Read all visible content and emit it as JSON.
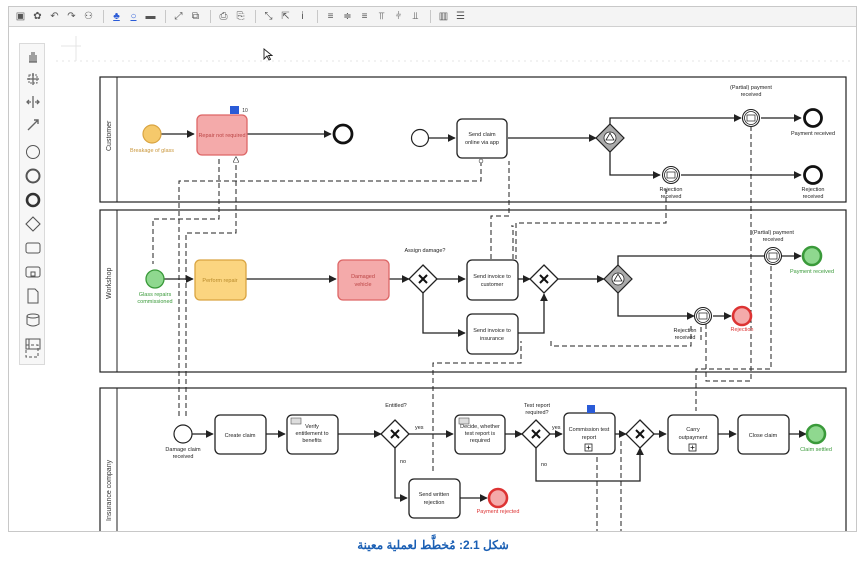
{
  "toolbar": {
    "icons": [
      "save-icon",
      "settings-icon",
      "undo-icon",
      "redo-icon",
      "share-icon",
      "distribute-icon",
      "lasso-icon",
      "comment-icon",
      "fullscreen-icon",
      "resize-icon",
      "print-icon",
      "print-icon",
      "wrench-icon",
      "popout-icon",
      "pin-icon",
      "align-left-icon",
      "align-center-icon",
      "align-right-icon",
      "align-top-icon",
      "align-middle-icon",
      "align-bottom-icon",
      "grid-icon",
      "rows-icon"
    ]
  },
  "palette": {
    "tools": [
      "hand-tool",
      "lasso-tool",
      "space-tool",
      "connect-tool",
      "start-event",
      "intermediate-event",
      "end-event",
      "gateway",
      "task",
      "subprocess",
      "data-object",
      "data-store",
      "pool",
      "group"
    ]
  },
  "pools": {
    "customer": "Customer",
    "workshop": "Workshop",
    "insurance": "Insurance company"
  },
  "customer": {
    "start_label": "Breakage of glass",
    "task1": "Repair not required",
    "task1_badge": "10",
    "task2_line1": "Send claim",
    "task2_line2": "online via app",
    "partial_payment_line1": "(Partial) payment",
    "partial_payment_line2": "received",
    "payment_received": "Payment received",
    "rejection_line1": "Rejection",
    "rejection_line2": "received",
    "rejection_end_line1": "Rejection",
    "rejection_end_line2": "received"
  },
  "workshop": {
    "start_line1": "Glass repairs",
    "start_line2": "commissioned",
    "task_repair": "Perform repair",
    "task_damage_line1": "Damaged",
    "task_damage_line2": "vehicle",
    "gateway_label": "Assign damage?",
    "invoice_customer_line1": "Send invoice to",
    "invoice_customer_line2": "customer",
    "invoice_insurance_line1": "Send invoice to",
    "invoice_insurance_line2": "insurance",
    "partial_payment_line1": "(Partial) payment",
    "partial_payment_line2": "received",
    "payment_received": "Payment received",
    "rejection_line1": "Rejection",
    "rejection_line2": "received",
    "rejection_end": "Rejection"
  },
  "insurance": {
    "start_line1": "Damage claim",
    "start_line2": "received",
    "create_claim": "Create claim",
    "verify_line1": "Verify",
    "verify_line2": "entitlement to",
    "verify_line3": "benefits",
    "entitled": "Entitled?",
    "yes1": "yes",
    "no1": "no",
    "decide_line1": "Decide, whether",
    "decide_line2": "test report is",
    "decide_line3": "required",
    "test_report_line1": "Test report",
    "test_report_line2": "required?",
    "yes2": "yes",
    "no2": "no",
    "commission_line1": "Commission test",
    "commission_line2": "report",
    "carry_line1": "Carry",
    "carry_line2": "outpayment",
    "close_claim": "Close claim",
    "claim_settled": "Claim settled",
    "written_line1": "Send written",
    "written_line2": "rejection",
    "payment_rejected": "Payment rejected"
  },
  "caption": "شكل 2.1: مُخطَّط لعملية معينة",
  "colors": {
    "accent": "#1a5fb4",
    "start_orange": "#f5c96b",
    "task_yellow": "#fbd580",
    "task_red": "#f4aaaa",
    "start_green": "#8fd88f",
    "end_red": "#f08080"
  }
}
